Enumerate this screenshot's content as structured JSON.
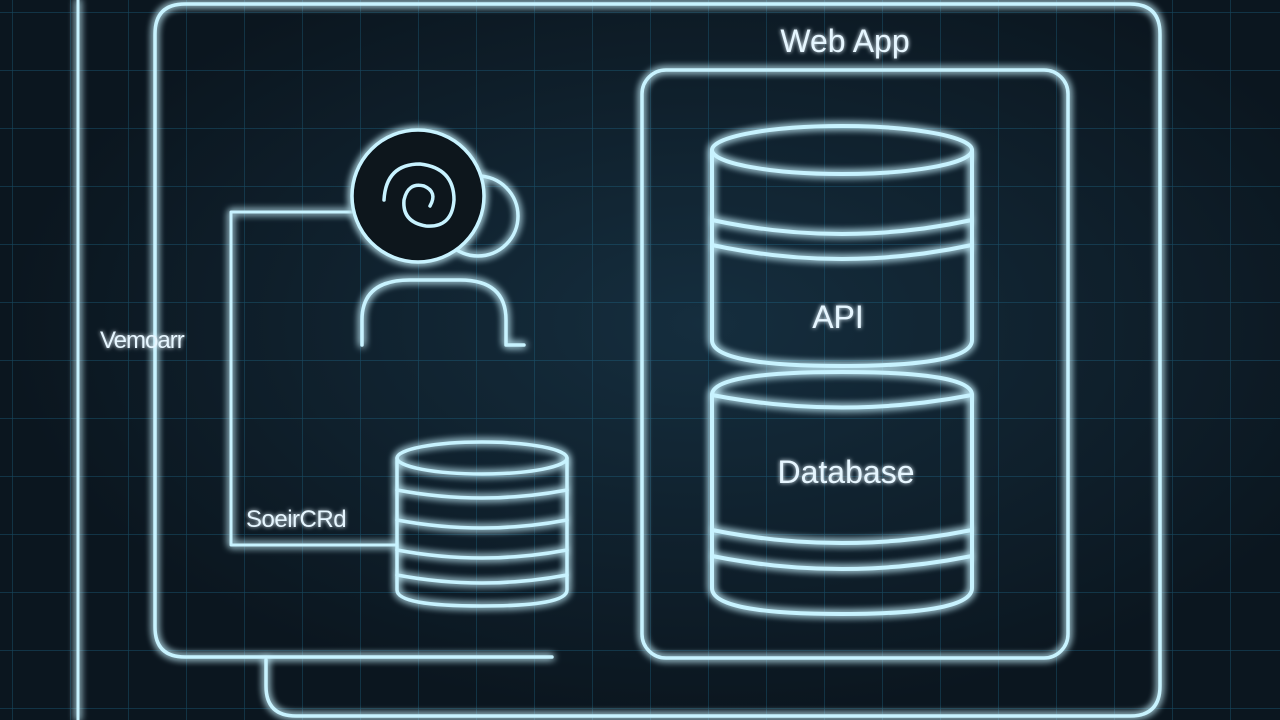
{
  "diagram": {
    "title": "Web App",
    "left_label": "Vemoarr",
    "small_db_label": "SoeirCRd",
    "api_label": "API",
    "database_label": "Database"
  },
  "colors": {
    "background": "#0b161f",
    "grid": "#1d6a8a",
    "neon": "#bfefff",
    "glow": "#5fd3ff"
  },
  "icons": [
    "user-icon",
    "database-icon"
  ]
}
